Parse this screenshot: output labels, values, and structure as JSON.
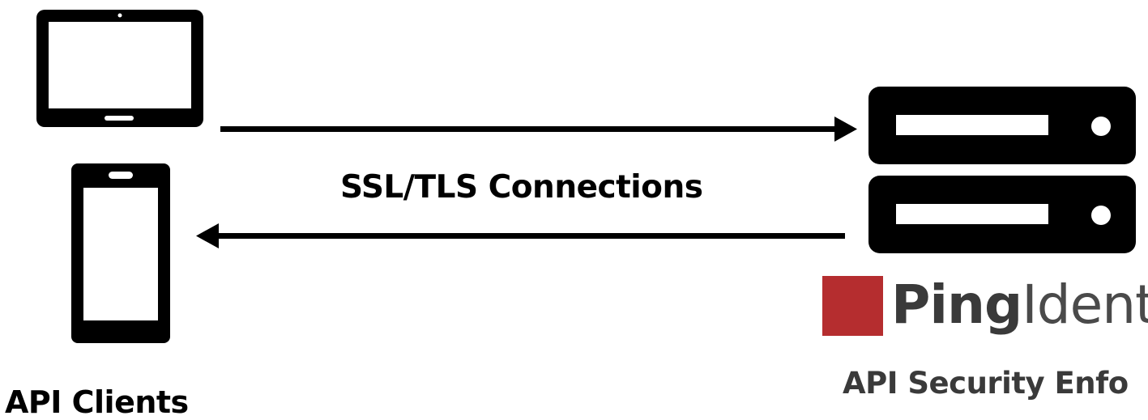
{
  "connection_label": "SSL/TLS Connections",
  "clients_label": "API Clients",
  "logo": {
    "word_bold": "Ping",
    "word_light": "Identi",
    "accent_color": "#b52d2f",
    "text_color": "#3a3a3a"
  },
  "enforcement_label": "API Security Enfo",
  "icons": {
    "tablet": "tablet-icon",
    "phone": "smartphone-icon",
    "server": "server-rack-icon",
    "arrow_right": "arrow-right-icon",
    "arrow_left": "arrow-left-icon"
  }
}
